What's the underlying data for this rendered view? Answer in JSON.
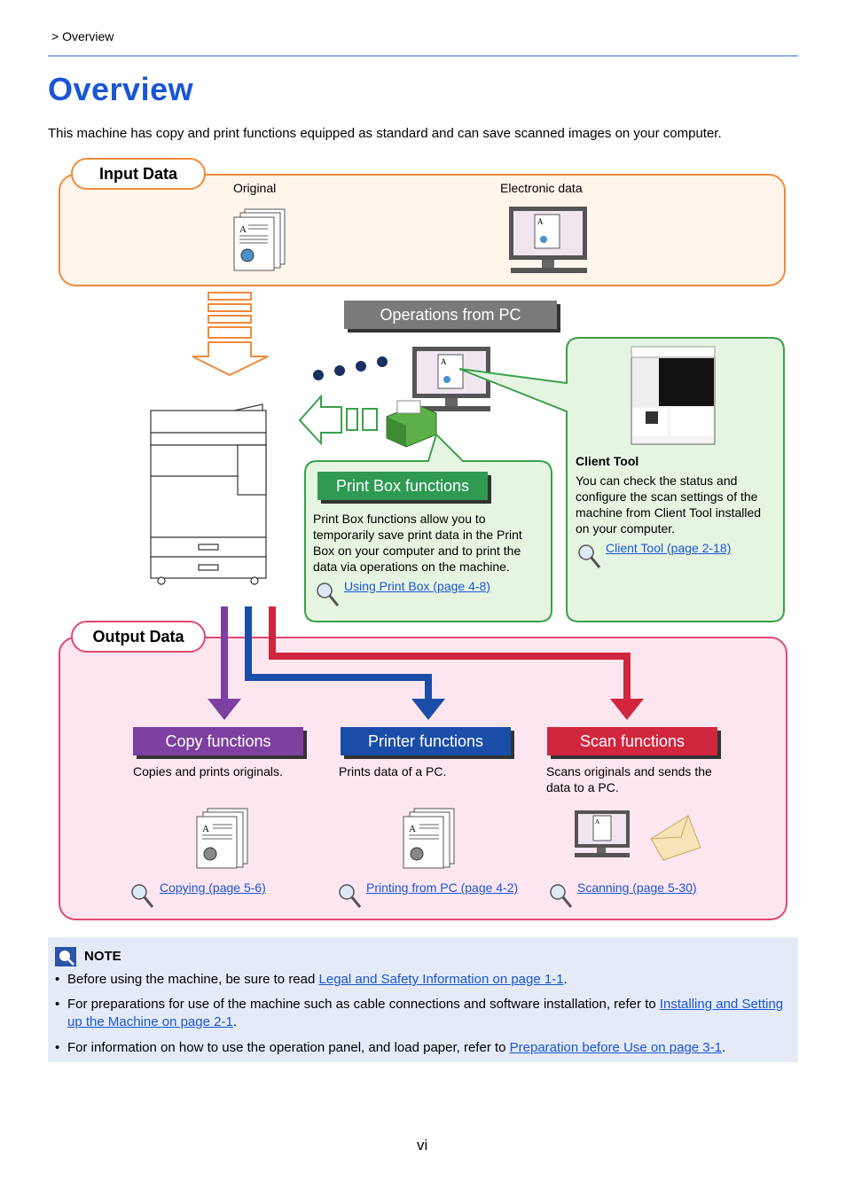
{
  "breadcrumb": "> Overview",
  "title": "Overview",
  "intro": "This machine has copy and print functions equipped as standard and can save scanned images on your computer.",
  "input_data": {
    "label": "Input Data",
    "original_label": "Original",
    "electronic_label": "Electronic data"
  },
  "operations_from_pc": "Operations from PC",
  "print_box": {
    "title": "Print Box functions",
    "description": "Print Box functions allow you to temporarily save print data in the Print Box on your computer and to print the data via operations on the machine.",
    "link": "Using Print Box (page 4-8)"
  },
  "client_tool": {
    "title": "Client Tool",
    "description": "You can check the status and configure the scan settings of the machine from Client Tool installed on your computer.",
    "link": "Client Tool (page 2-18)"
  },
  "output_data": {
    "label": "Output Data",
    "copy": {
      "title": "Copy functions",
      "description": "Copies and prints originals.",
      "link": "Copying (page 5-6)"
    },
    "printer": {
      "title": "Printer functions",
      "description": "Prints data of a PC.",
      "link": "Printing from PC (page 4-2)"
    },
    "scan": {
      "title": "Scan functions",
      "description": "Scans originals and sends the data to a PC.",
      "link": "Scanning (page 5-30)"
    }
  },
  "note": {
    "heading": "NOTE",
    "items": [
      {
        "text": "Before using the machine, be sure to read ",
        "link": "Legal and Safety Information on page 1-1",
        "after": "."
      },
      {
        "text": "For preparations for use of the machine such as cable connections and software installation, refer to ",
        "link": "Installing and Setting up the Machine on page 2-1",
        "after": "."
      },
      {
        "text": "For information on how to use the operation panel, and load paper, refer to ",
        "link": "Preparation before Use on page 3-1",
        "after": "."
      }
    ]
  },
  "page_number": "vi",
  "colors": {
    "accent_blue": "#1a55d6",
    "input_border": "#f08a3c",
    "input_bg": "#fff5eb",
    "output_border": "#e0476f",
    "output_bg": "#fde6f0",
    "green_border": "#3aa04a",
    "green_bg": "#e6f5e2",
    "copy": "#7d3fa0",
    "printer": "#1a4da8",
    "scan": "#d0263e",
    "print_box": "#2e9a52",
    "operations": "#7a7a7a",
    "note_bg": "#e4ebf7"
  }
}
